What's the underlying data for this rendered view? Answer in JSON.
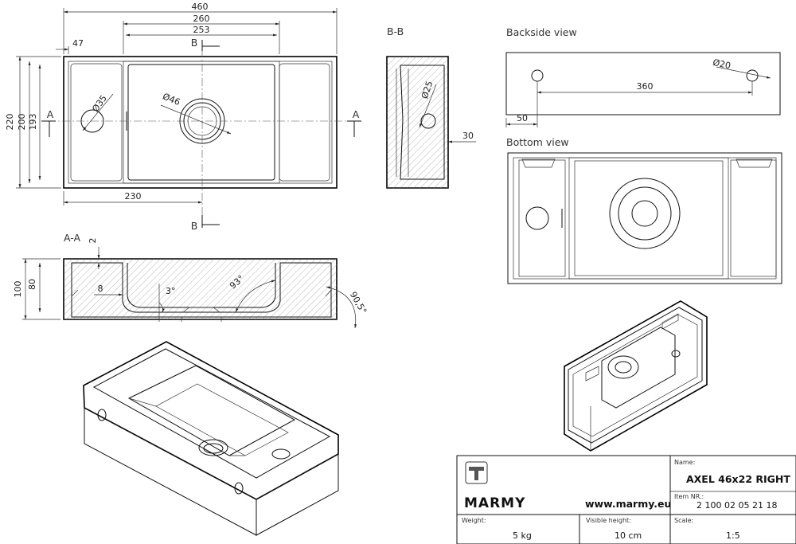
{
  "dimensions": {
    "width_460": "460",
    "width_260": "260",
    "width_253": "253",
    "offset_47": "47",
    "height_220": "220",
    "height_200": "200",
    "height_193": "193",
    "hole_35": "Ø35",
    "drain_46": "Ø46",
    "center_230": "230",
    "hole_25": "Ø25",
    "depth_30": "30",
    "back_hole_20": "Ø20",
    "back_360": "360",
    "back_50": "50",
    "wall_2": "2",
    "height_100": "100",
    "height_80": "80",
    "floor_8": "8",
    "angle_3": "3°",
    "angle_93": "93°",
    "angle_90_5": "90,5°"
  },
  "sections": {
    "a_left": "A",
    "a_right": "A",
    "b_top": "B",
    "b_bottom": "B",
    "bb_title": "B-B",
    "aa_title": "A-A",
    "backside_title": "Backside view",
    "bottom_title": "Bottom view"
  },
  "title_block": {
    "brand": "MARMY",
    "website": "www.marmy.eu",
    "name_label": "Name:",
    "name_value": "AXEL 46x22 RIGHT",
    "item_label": "Item NR.:",
    "item_value": "2 100 02 05 21 18",
    "weight_label": "Weight:",
    "weight_value": "5 kg",
    "height_label": "Visible height:",
    "height_value": "10 cm",
    "scale_label": "Scale:",
    "scale_value": "1:5"
  }
}
